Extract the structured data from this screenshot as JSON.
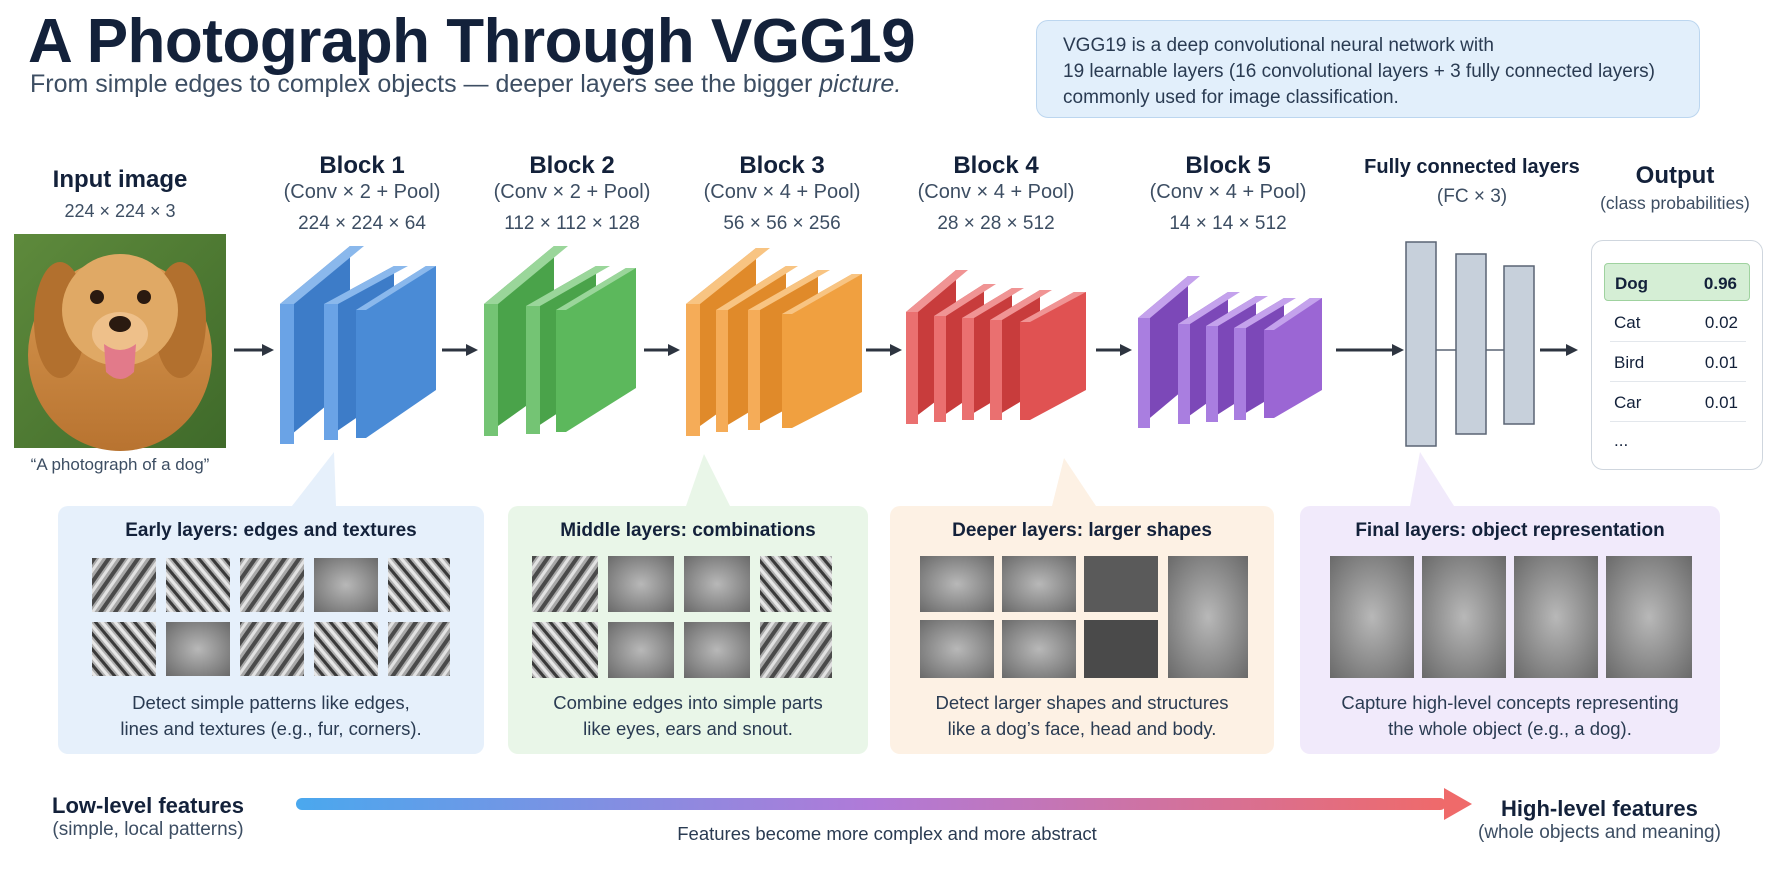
{
  "header": {
    "title": "A Photograph Through VGG19",
    "subtitle_main": "From simple edges to complex objects — deeper layers see the bigger ",
    "subtitle_em": "picture."
  },
  "info": {
    "lines": [
      "VGG19 is a deep convolutional neural network with",
      "19 learnable layers (16 convolutional layers + 3 fully connected layers)",
      "commonly used for image classification."
    ]
  },
  "input": {
    "title": "Input image",
    "dims": "224 × 224 × 3",
    "caption": "“A photograph of a dog”"
  },
  "blocks": [
    {
      "title": "Block 1",
      "config": "(Conv × 2 + Pool)",
      "dims": "224 × 224 × 64",
      "color": "#4a8bd6"
    },
    {
      "title": "Block 2",
      "config": "(Conv × 2 + Pool)",
      "dims": "112 × 112 × 128",
      "color": "#5cb85c"
    },
    {
      "title": "Block 3",
      "config": "(Conv × 4 + Pool)",
      "dims": "56 × 56 × 256",
      "color": "#f0a040"
    },
    {
      "title": "Block 4",
      "config": "(Conv × 4 + Pool)",
      "dims": "28 × 28 × 512",
      "color": "#e05252"
    },
    {
      "title": "Block 5",
      "config": "(Conv × 4 + Pool)",
      "dims": "14 × 14 × 512",
      "color": "#9b66d4"
    }
  ],
  "fc": {
    "title": "Fully connected layers",
    "config": "(FC × 3)"
  },
  "output": {
    "title": "Output",
    "subtitle": "(class probabilities)",
    "rows": [
      {
        "label": "Dog",
        "value": "0.96"
      },
      {
        "label": "Cat",
        "value": "0.02"
      },
      {
        "label": "Bird",
        "value": "0.01"
      },
      {
        "label": "Car",
        "value": "0.01"
      }
    ],
    "more": "..."
  },
  "panels": [
    {
      "title": "Early layers: edges and textures",
      "desc": [
        "Detect simple patterns like edges,",
        "lines and textures (e.g., fur, corners)."
      ],
      "bg": "#e6f0fb"
    },
    {
      "title": "Middle layers: combinations",
      "desc": [
        "Combine edges into simple parts",
        "like eyes, ears and snout."
      ],
      "bg": "#e9f6e8"
    },
    {
      "title": "Deeper layers: larger shapes",
      "desc": [
        "Detect larger shapes and structures",
        "like a dog’s face, head and body."
      ],
      "bg": "#fdf1e4"
    },
    {
      "title": "Final layers: object representation",
      "desc": [
        "Capture high-level concepts representing",
        "the whole object (e.g., a dog)."
      ],
      "bg": "#f1eafb"
    }
  ],
  "legend": {
    "low_title": "Low-level features",
    "low_sub": "(simple, local patterns)",
    "high_title": "High-level features",
    "high_sub": "(whole objects and meaning)",
    "caption": "Features become more complex and more abstract"
  },
  "colors": {
    "title": "#13213a",
    "info_bg": "#e2effb",
    "gradient_start": "#4aa8ee",
    "gradient_mid": "#b07ad8",
    "gradient_end": "#ef6a6a",
    "output_highlight": "#d5eed5"
  },
  "icons": [
    "dog-photo",
    "arrow-right-icon",
    "feature-map-thumbnail"
  ]
}
